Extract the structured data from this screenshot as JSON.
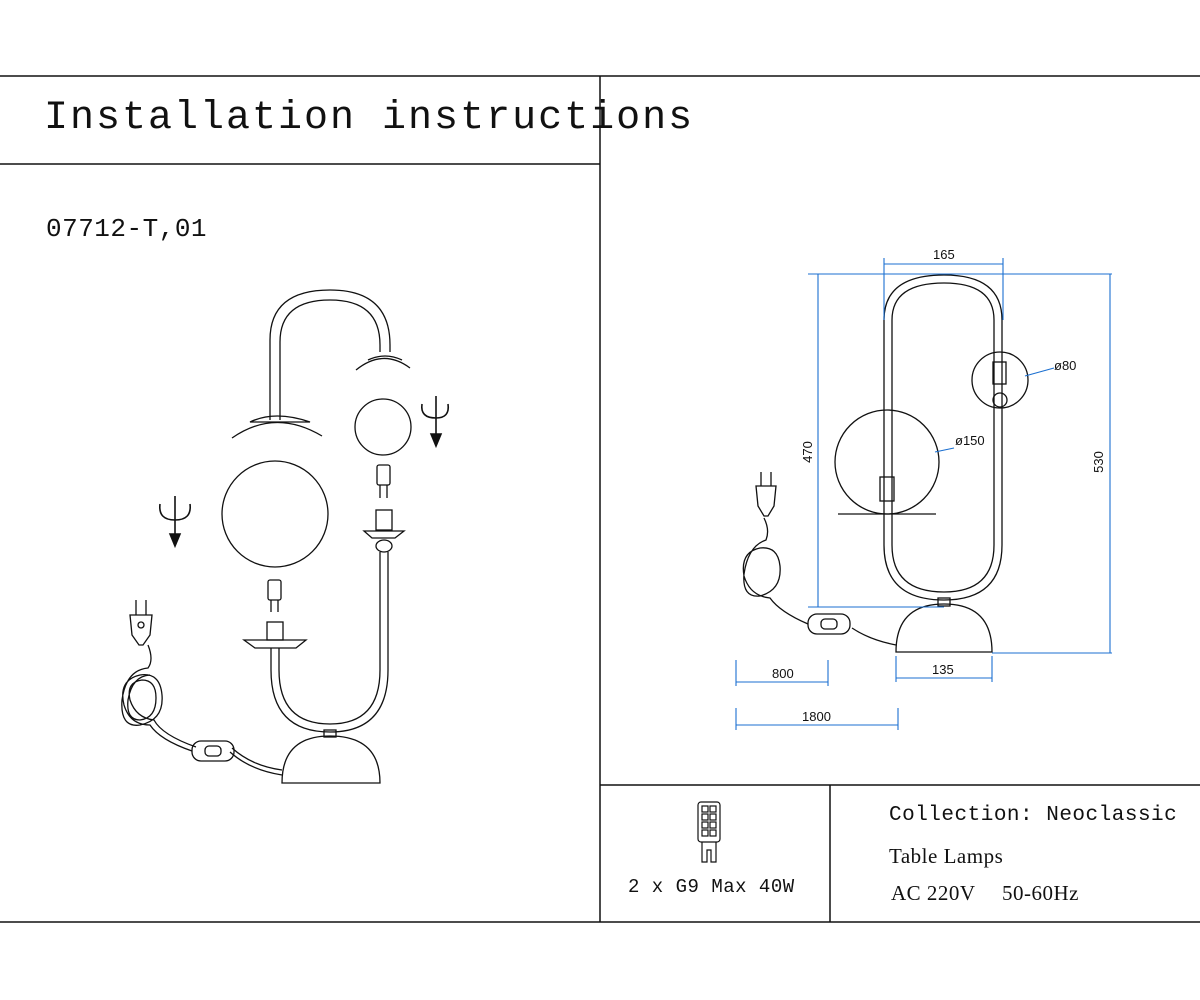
{
  "header": {
    "title": "Installation instructions"
  },
  "model": {
    "code": "07712-T,01"
  },
  "dimensions": {
    "top_width": "165",
    "small_shade": "ø80",
    "large_shade": "ø150",
    "inner_height": "470",
    "total_height": "530",
    "base_width": "135",
    "cord_to_switch": "800",
    "cord_total": "1800"
  },
  "bulb": {
    "spec": "2 x G9 Max 40W",
    "icon": "g9-bulb-icon"
  },
  "info": {
    "collection": "Collection: Neoclassic",
    "category": "Table Lamps",
    "voltage": "AC 220V",
    "frequency": "50-60Hz"
  },
  "colors": {
    "dimension_line": "#1b6fd0",
    "line": "#111111"
  }
}
